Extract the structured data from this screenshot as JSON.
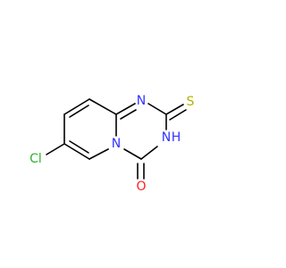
{
  "atoms": {
    "n_top": {
      "label": "N",
      "color": "#3333ff"
    },
    "n_bridge": {
      "label": "N",
      "color": "#3333ff"
    },
    "nh": {
      "label": "N",
      "color": "#3333ff"
    },
    "h": {
      "label": "H",
      "color": "#3333ff"
    },
    "s": {
      "label": "S",
      "color": "#b2b200"
    },
    "o": {
      "label": "O",
      "color": "#ff2020"
    },
    "cl": {
      "label": "Cl",
      "color": "#2fb22f"
    }
  }
}
